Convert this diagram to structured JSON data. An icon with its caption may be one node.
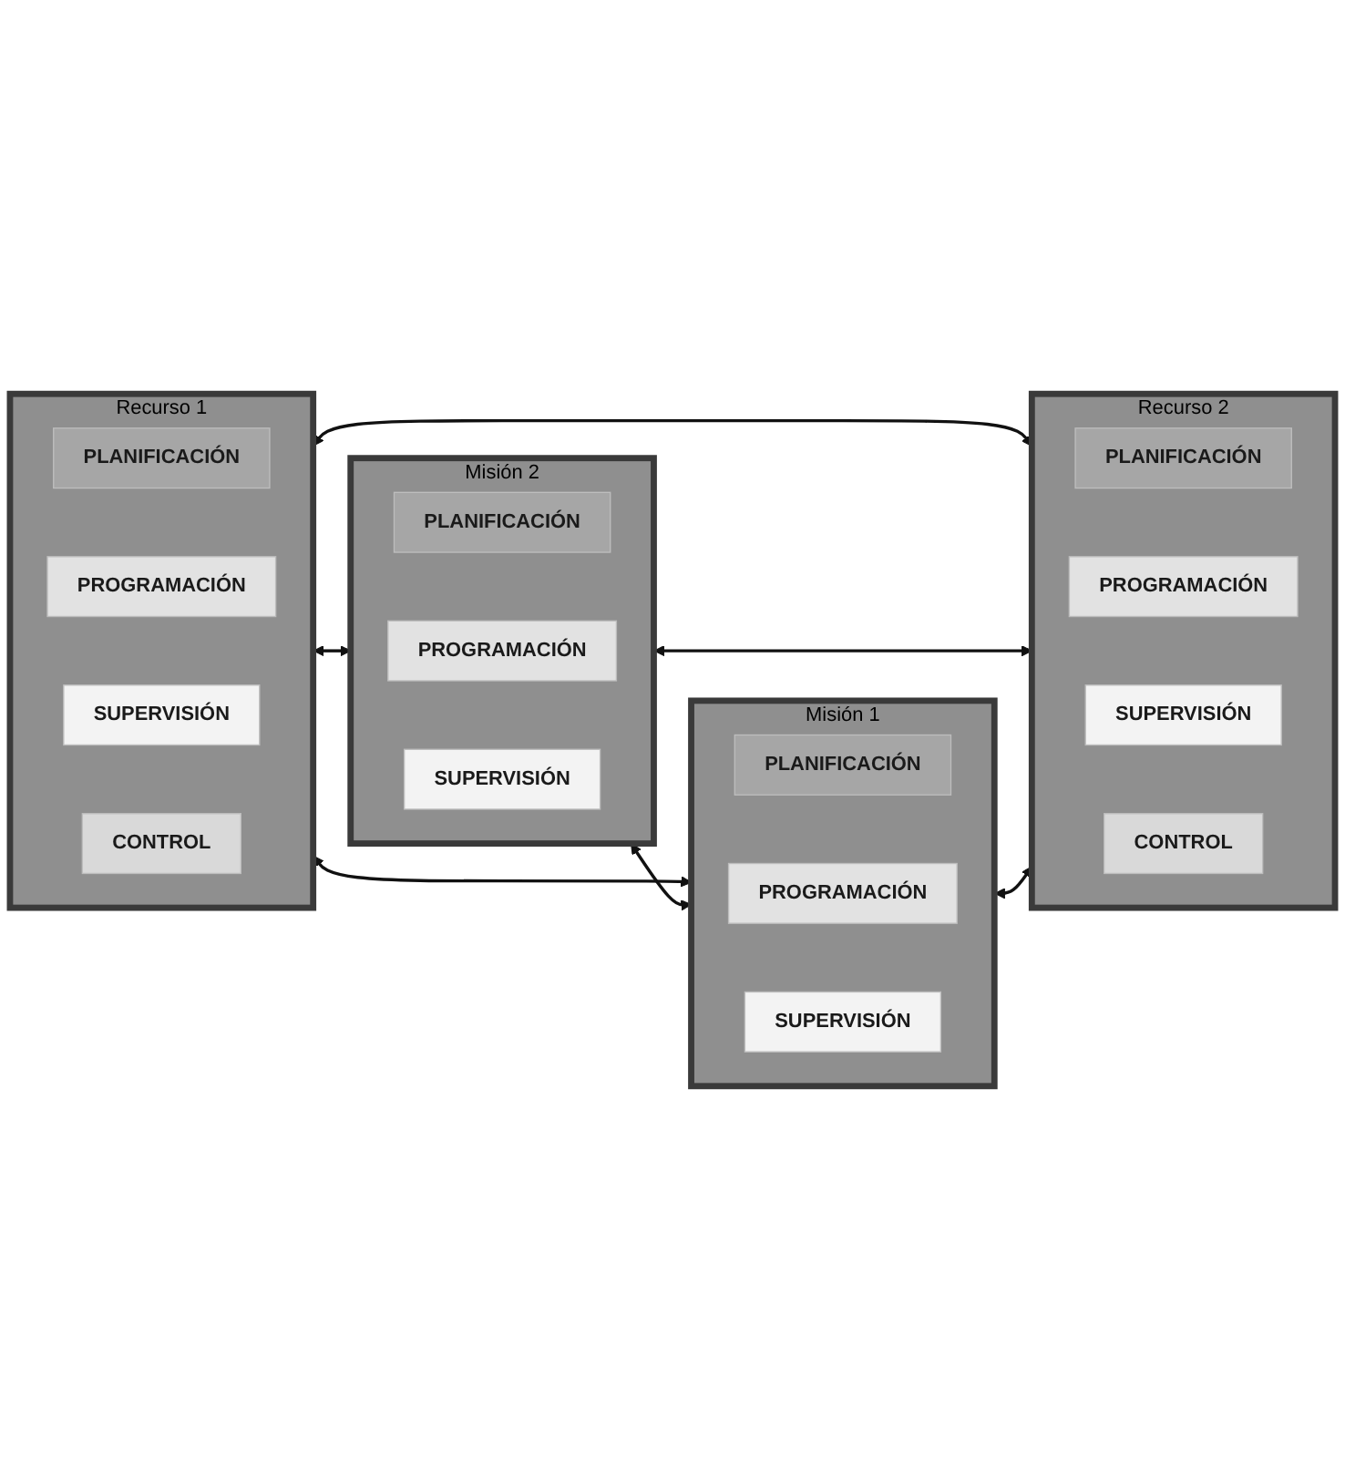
{
  "diagram": {
    "nodes": [
      {
        "text": [
          "Recurso 1"
        ]
      },
      {
        "text": [
          "PLANIFICACIÓN"
        ],
        "in": 0
      },
      {
        "text": [
          "PROGRAMACIÓN"
        ],
        "in": 0
      },
      {
        "text": [
          "SUPERVISIÓN"
        ],
        "in": 0
      },
      {
        "text": [
          "CONTROL"
        ],
        "in": 0
      },
      {
        "text": [
          "Misión 2"
        ]
      },
      {
        "text": [
          "PLANIFICACIÓN"
        ],
        "in": 5
      },
      {
        "text": [
          "PROGRAMACIÓN"
        ],
        "in": 5
      },
      {
        "text": [
          "SUPERVISIÓN"
        ],
        "in": 5
      },
      {
        "text": [
          "Misión 1"
        ]
      },
      {
        "text": [
          "PLANIFICACIÓN"
        ],
        "in": 9
      },
      {
        "text": [
          "PROGRAMACIÓN"
        ],
        "in": 9
      },
      {
        "text": [
          "SUPERVISIÓN"
        ],
        "in": 9
      },
      {
        "text": [
          "Recurso 2"
        ]
      },
      {
        "text": [
          "PLANIFICACIÓN"
        ],
        "in": 13
      },
      {
        "text": [
          "PROGRAMACIÓN"
        ],
        "in": 13
      },
      {
        "text": [
          "SUPERVISIÓN"
        ],
        "in": 13
      },
      {
        "text": [
          "CONTROL"
        ],
        "in": 13
      }
    ],
    "edges": [
      {
        "from": 0,
        "to": 5,
        "arrow": "both"
      },
      {
        "from": 0,
        "to": 9,
        "arrow": "both"
      },
      {
        "from": 0,
        "to": 13,
        "arrow": "both"
      },
      {
        "from": 5,
        "to": 9,
        "arrow": "both"
      },
      {
        "from": 5,
        "to": 13,
        "arrow": "both"
      },
      {
        "from": 9,
        "to": 13,
        "arrow": "both"
      }
    ]
  }
}
